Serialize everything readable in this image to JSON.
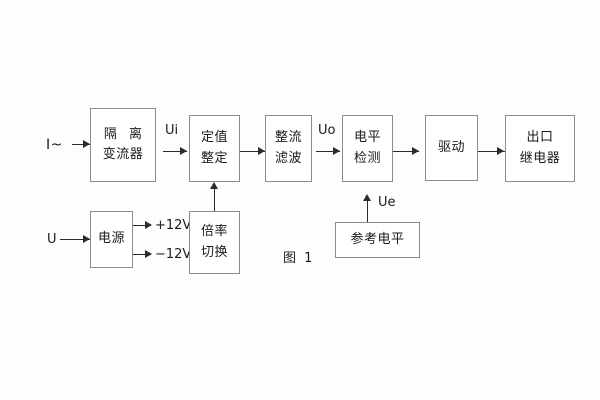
{
  "figure": {
    "caption": "图 1",
    "blocks": [
      {
        "id": "isolation",
        "lines": [
          "隔 离",
          "变流器"
        ]
      },
      {
        "id": "setting",
        "lines": [
          "定值",
          "整定"
        ]
      },
      {
        "id": "rectifier",
        "lines": [
          "整流",
          "滤波"
        ]
      },
      {
        "id": "detector",
        "lines": [
          "电平",
          "检测"
        ]
      },
      {
        "id": "driver",
        "lines": [
          "驱动"
        ]
      },
      {
        "id": "output_relay",
        "lines": [
          "出口",
          "继电器"
        ]
      },
      {
        "id": "power",
        "lines": [
          "电源"
        ]
      },
      {
        "id": "multiplier",
        "lines": [
          "倍率",
          "切换"
        ]
      },
      {
        "id": "reference",
        "lines": [
          "参考电平"
        ]
      }
    ],
    "signals": {
      "current_input": "I~",
      "voltage_input": "U",
      "ui": "Ui",
      "uo": "Uo",
      "ue": "Ue",
      "rail_positive": "+12V",
      "rail_negative": "−12V"
    },
    "colors": {
      "background": "#fdfdfd",
      "box_border": "#8c8c8c",
      "line": "#2b2b2b",
      "text": "#1b1b1b"
    }
  }
}
